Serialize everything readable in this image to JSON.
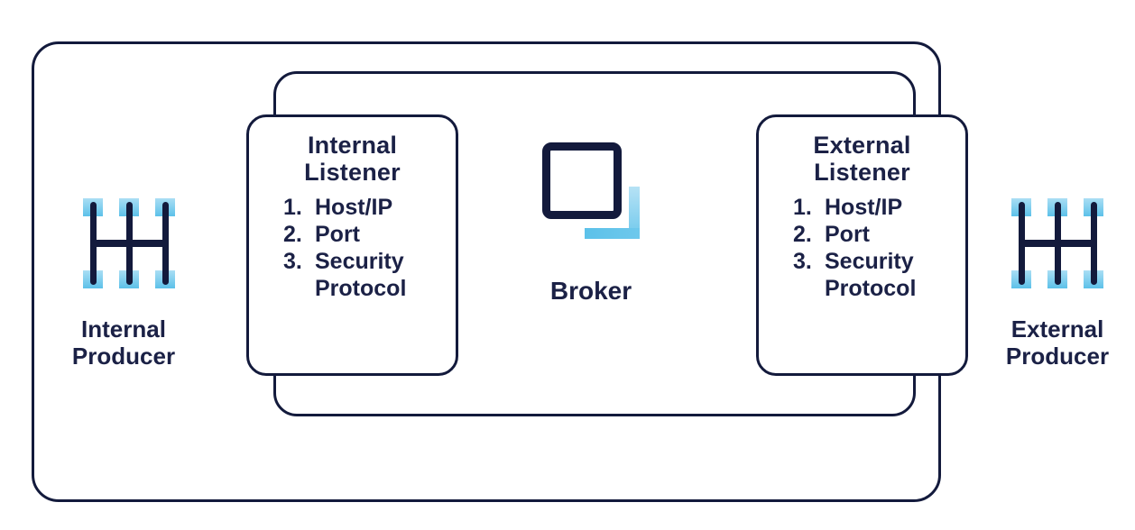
{
  "diagram": {
    "internal_producer": {
      "line1": "Internal",
      "line2": "Producer"
    },
    "external_producer": {
      "line1": "External",
      "line2": "Producer"
    },
    "broker": {
      "label": "Broker"
    },
    "internal_listener": {
      "title1": "Internal",
      "title2": "Listener",
      "items": [
        {
          "num": "1.",
          "text": "Host/IP"
        },
        {
          "num": "2.",
          "text": "Port"
        },
        {
          "num": "3.",
          "text": "Security Protocol"
        }
      ]
    },
    "external_listener": {
      "title1": "External",
      "title2": "Listener",
      "items": [
        {
          "num": "1.",
          "text": "Host/IP"
        },
        {
          "num": "2.",
          "text": "Port"
        },
        {
          "num": "3.",
          "text": "Security Protocol"
        }
      ]
    }
  },
  "colors": {
    "navy_border": "#131a3c",
    "navy_text": "#1b2146",
    "blue_light": "#aadef4",
    "blue": "#5cc1e9",
    "background": "#ffffff"
  }
}
